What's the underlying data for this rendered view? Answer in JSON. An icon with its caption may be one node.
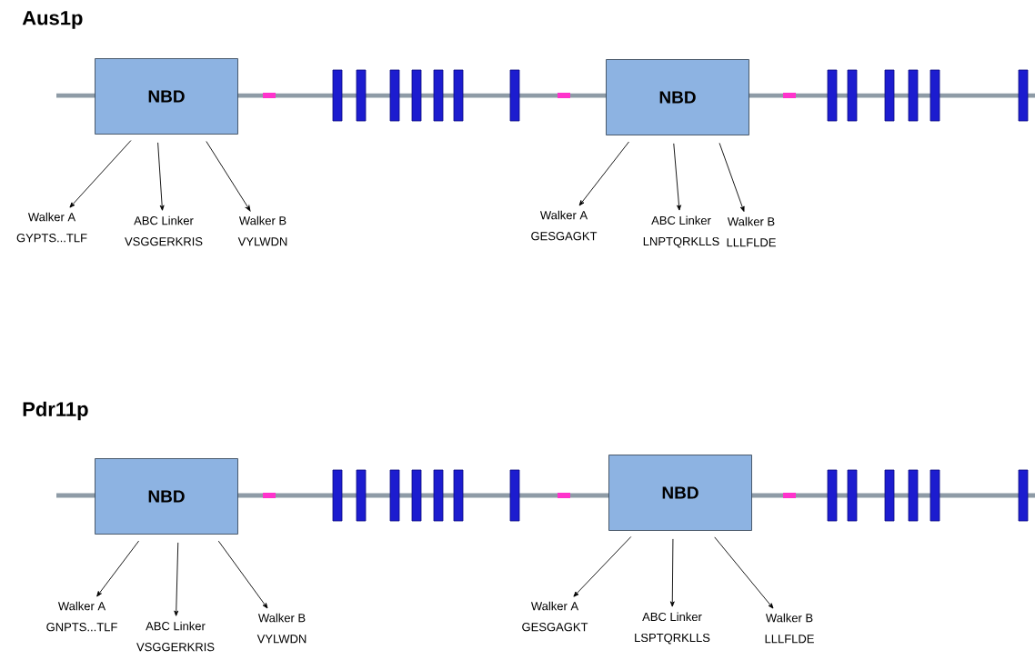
{
  "diagram": {
    "nodes": [
      {
        "text": [
          "NBD"
        ]
      },
      {
        "text": [
          "Walker A",
          "GYPTS...TLF"
        ]
      },
      {
        "text": [
          "ABC Linker",
          "VSGGERKRIS"
        ]
      },
      {
        "text": [
          "Walker B",
          "VYLWDN"
        ]
      },
      {
        "text": [
          "NBD"
        ]
      },
      {
        "text": [
          "Walker A",
          "GESGAGKT"
        ]
      },
      {
        "text": [
          "ABC Linker",
          "LNPTQRKLLS"
        ]
      },
      {
        "text": [
          "Walker B",
          "LLLFLDE"
        ]
      },
      {
        "text": [
          "NBD"
        ]
      },
      {
        "text": [
          "Walker A",
          "GNPTS...TLF"
        ]
      },
      {
        "text": [
          "ABC Linker",
          "VSGGERKRIS"
        ]
      },
      {
        "text": [
          "Walker B",
          "VYLWDN"
        ]
      },
      {
        "text": [
          "NBD"
        ]
      },
      {
        "text": [
          "Walker A",
          "GESGAGKT"
        ]
      },
      {
        "text": [
          "ABC Linker",
          "LSPTQRKLLS"
        ]
      },
      {
        "text": [
          "Walker B",
          "LLLFLDE"
        ]
      }
    ],
    "edges": [
      {
        "from": 0,
        "to": 1,
        "arrow": "to"
      },
      {
        "from": 0,
        "to": 2,
        "arrow": "to"
      },
      {
        "from": 0,
        "to": 3,
        "arrow": "to"
      },
      {
        "from": 4,
        "to": 5,
        "arrow": "to"
      },
      {
        "from": 4,
        "to": 6,
        "arrow": "to"
      },
      {
        "from": 4,
        "to": 7,
        "arrow": "to"
      },
      {
        "from": 8,
        "to": 9,
        "arrow": "to"
      },
      {
        "from": 8,
        "to": 10,
        "arrow": "to"
      },
      {
        "from": 8,
        "to": 11,
        "arrow": "to"
      },
      {
        "from": 12,
        "to": 13,
        "arrow": "to"
      },
      {
        "from": 12,
        "to": 14,
        "arrow": "to"
      },
      {
        "from": 12,
        "to": 15,
        "arrow": "to"
      }
    ],
    "labels": [
      "Aus1p",
      "Pdr11p"
    ]
  }
}
